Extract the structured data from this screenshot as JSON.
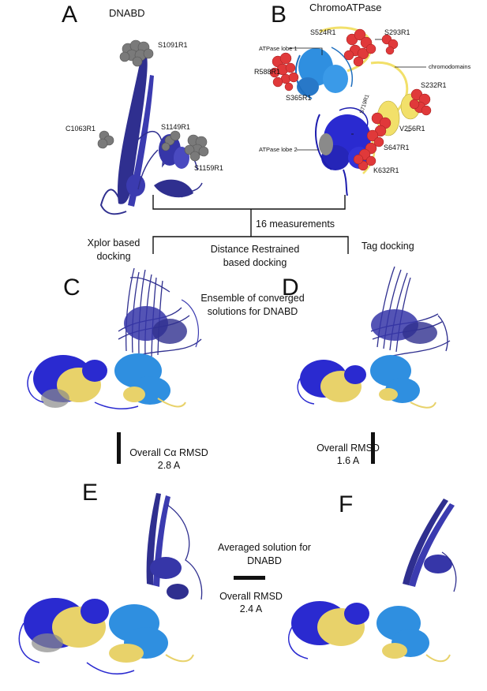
{
  "panels": {
    "a": {
      "letter": "A",
      "title": "DNABD"
    },
    "b": {
      "letter": "B",
      "title": "ChromoATPase"
    },
    "c": {
      "letter": "C"
    },
    "d": {
      "letter": "D"
    },
    "e": {
      "letter": "E"
    },
    "f": {
      "letter": "F"
    }
  },
  "labels_a": {
    "s1091": "S1091R1",
    "c1063": "C1063R1",
    "s1149": "S1149R1",
    "s1159": "S1159R1"
  },
  "labels_b": {
    "s524": "S524R1",
    "s293": "S293R1",
    "lobe1": "ATPase lobe 1",
    "chromo": "chromodomains",
    "r588": "R588R1",
    "s232": "S232R1",
    "s365": "S365R1",
    "s719": "S719R1",
    "v256": "V256R1",
    "lobe2": "ATPase lobe 2",
    "s647": "S647R1",
    "k632": "K632R1"
  },
  "flow": {
    "measurements": "16 measurements",
    "xplor": "Xplor based docking",
    "distance": "Distance Restrained based docking",
    "tag": "Tag docking"
  },
  "mid": {
    "ensemble": "Ensemble of converged solutions for DNABD",
    "rmsd_c_label": "Overall Cα RMSD",
    "rmsd_c_value": "2.8 A",
    "rmsd_d_label": "Overall RMSD",
    "rmsd_d_value": "1.6 A",
    "averaged": "Averaged solution for DNABD",
    "rmsd_ef_label": "Overall RMSD",
    "rmsd_ef_value": "2.4 A"
  },
  "colors": {
    "navy": "#2f2f8f",
    "royal": "#2a2ad0",
    "sky": "#2f8fe0",
    "yellow": "#f2e06a",
    "grey": "#7a7a7a",
    "red": "#e0393a"
  }
}
